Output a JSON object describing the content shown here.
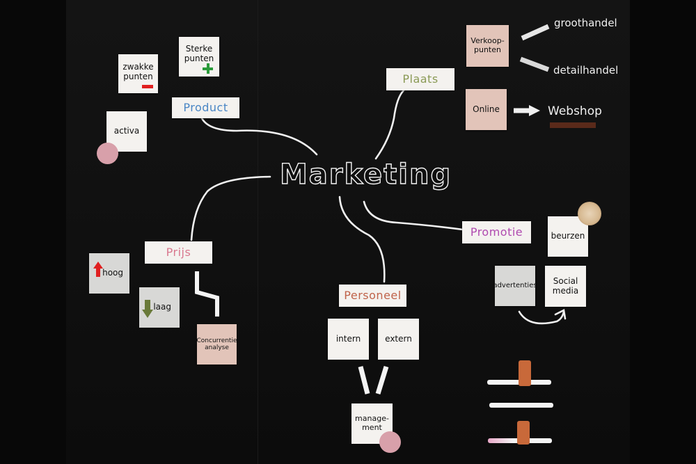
{
  "title": "Marketing",
  "nodes": {
    "product": "Product",
    "plaats": "Plaats",
    "prijs": "Prijs",
    "personeel": "Personeel",
    "promotie": "Promotie"
  },
  "cards": {
    "zwakke_punten": "zwakke\npunten",
    "sterke_punten": "Sterke\npunten",
    "activa": "activa",
    "verkooppunten": "Verkoop-\npunten",
    "online": "Online",
    "hoog": "hoog",
    "laag": "laag",
    "concurrentieanalyse": "Concurrentie\nanalyse",
    "intern": "intern",
    "extern": "extern",
    "management": "manage-\nment",
    "beurzen": "beurzen",
    "advertenties": "advertenties",
    "social_media": "Social\nmedia"
  },
  "labels": {
    "groothandel": "groothandel",
    "detailhandel": "detailhandel",
    "webshop": "Webshop"
  },
  "colors": {
    "board": "#0d0d0d",
    "card": "#f4f2ef",
    "card_pink": "#e2c4b9",
    "card_grey": "#d8d8d6",
    "chalk": "#f0f0f0",
    "product_text": "#4a86c5",
    "plaats_text": "#8a9a55",
    "prijs_text": "#d9788f",
    "personeel_text": "#c0634a",
    "promotie_text": "#b04ab0",
    "minus": "#e02020",
    "plus": "#2a9a3a",
    "arrow_up": "#e02020",
    "arrow_down": "#6a7a3a",
    "webshop_bar": "#5a2a1a",
    "magnet_pink": "#d8a0aa",
    "clip": "#c8693a"
  }
}
